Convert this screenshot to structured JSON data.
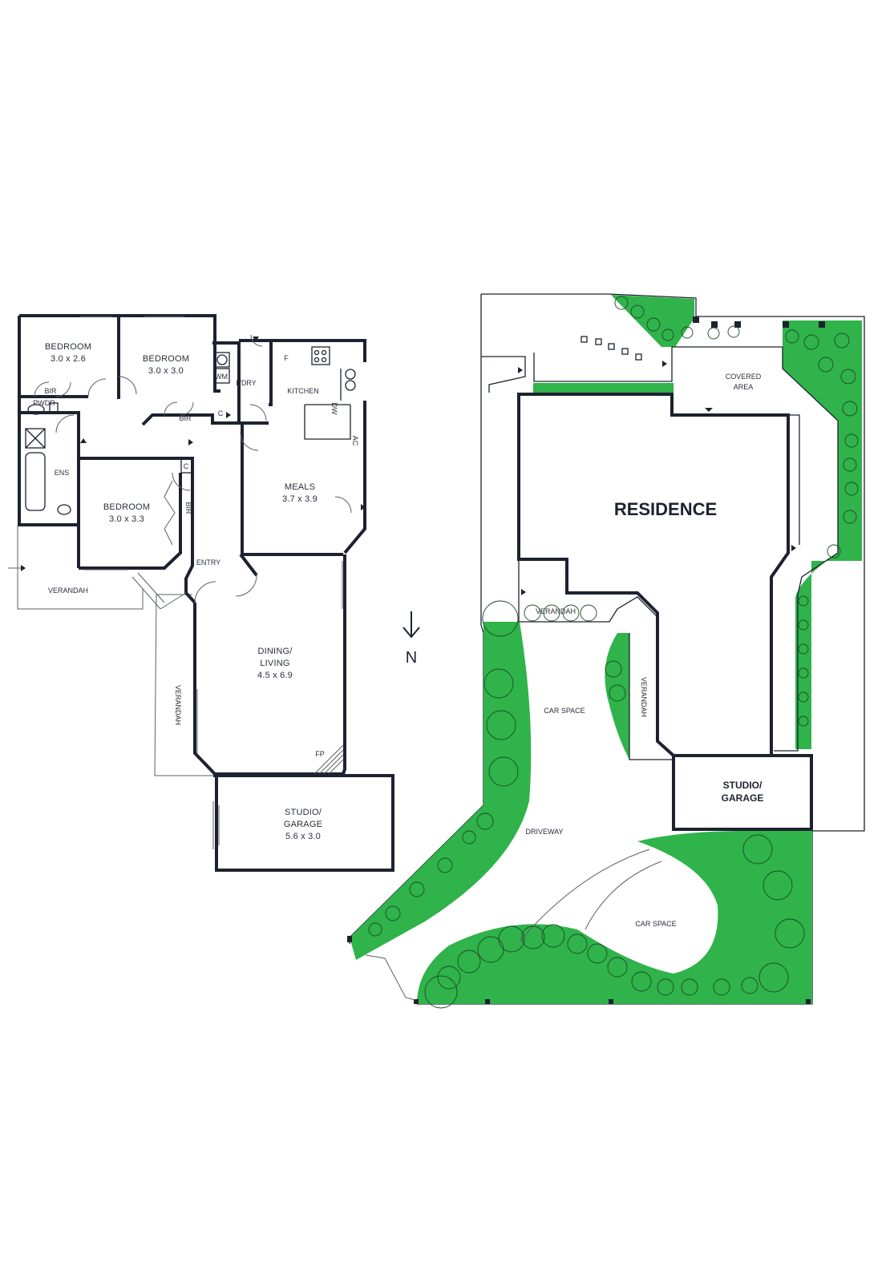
{
  "floor_plan": {
    "rooms": {
      "bedroom1": {
        "name": "BEDROOM",
        "size": "3.0 x 2.6"
      },
      "bedroom2": {
        "name": "BEDROOM",
        "size": "3.0 x 3.0"
      },
      "bedroom3": {
        "name": "BEDROOM",
        "size": "3.0 x 3.3"
      },
      "meals": {
        "name": "MEALS",
        "size": "3.7 x 3.9"
      },
      "dining": {
        "name_line1": "DINING/",
        "name_line2": "LIVING",
        "size": "4.5 x 6.9"
      },
      "studio": {
        "name_line1": "STUDIO/",
        "name_line2": "GARAGE",
        "size": "5.6 x 3.0"
      }
    },
    "labels": {
      "bir": "BIR",
      "pwdr": "PWDR",
      "ens": "ENS",
      "wm": "WM",
      "ldry": "L'DRY",
      "c": "C",
      "f": "F",
      "kitchen": "KITCHEN",
      "dw": "DW",
      "ac": "AC",
      "entry": "ENTRY",
      "verandah": "VERANDAH",
      "fp": "FP"
    }
  },
  "compass": {
    "label": "N"
  },
  "site_plan": {
    "residence": "RESIDENCE",
    "covered_area_line1": "COVERED",
    "covered_area_line2": "AREA",
    "verandah": "VERANDAH",
    "car_space": "CAR SPACE",
    "driveway": "DRIVEWAY",
    "studio_line1": "STUDIO/",
    "studio_line2": "GARAGE"
  },
  "colors": {
    "wall": "#1d2230",
    "garden": "#2fb34a",
    "text": "#2b2f3a"
  }
}
